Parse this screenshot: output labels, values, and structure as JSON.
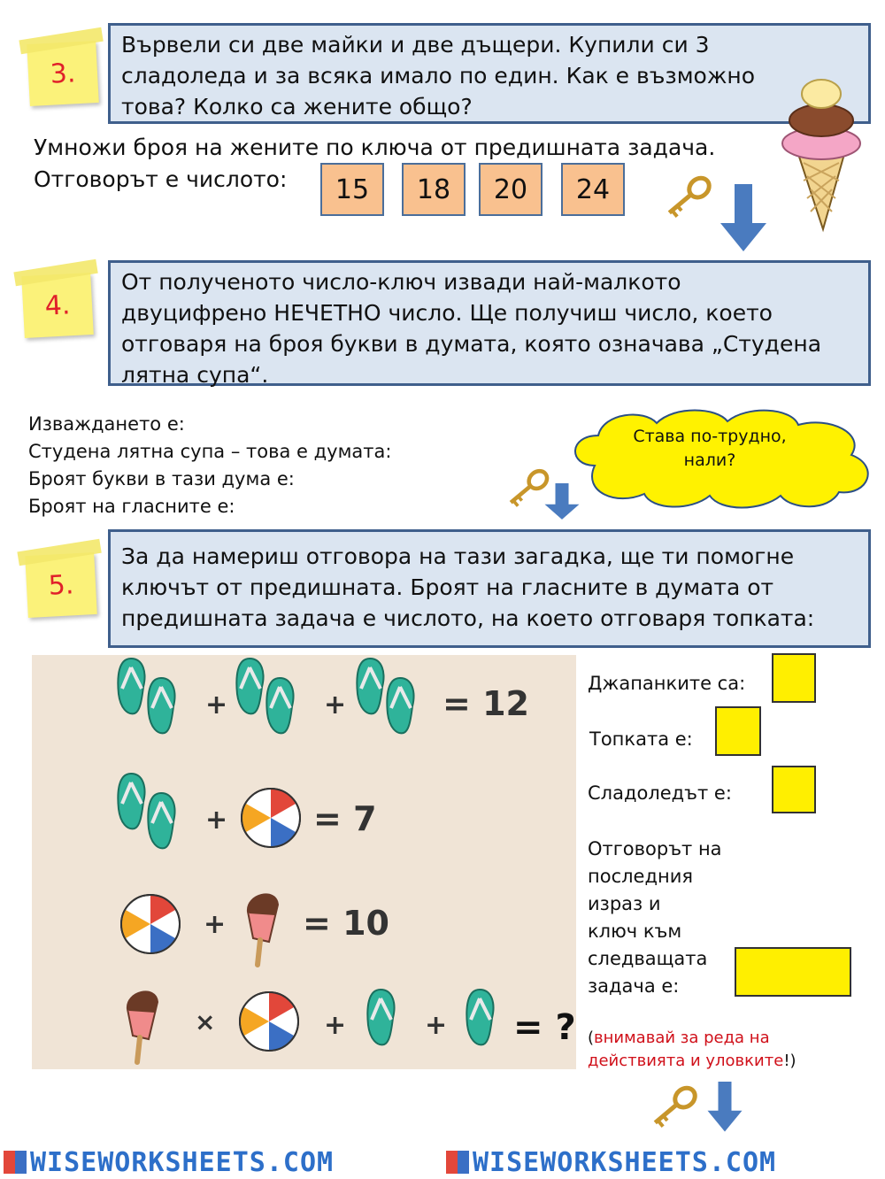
{
  "task3": {
    "number": "3.",
    "text_line1": "Вървели си две майки и две дъщери. Купили си 3",
    "text_line2": "сладоледа и за всяка имало по един. Как е възможно",
    "text_line3": "това? Колко са жените общо?",
    "instruction_line1": "Умножи броя на жените по ключа от предишната задача.",
    "instruction_line2": "Отговорът е числото:",
    "options": [
      "15",
      "18",
      "20",
      "24"
    ]
  },
  "task4": {
    "number": "4.",
    "text_line1": "От полученото число-ключ извади най-малкото",
    "text_line2": "двуцифрено НЕЧЕТНО число. Ще получиш число, което",
    "text_line3": "отговаря на броя букви в думата, която означава „Студена",
    "text_line4": "лятна супа“.",
    "q1": "Изваждането е:",
    "q2": "Студена лятна супа – това е думата:",
    "q3": "Броят букви в тази дума е:",
    "q4": "Броят на гласните е:",
    "cloud_line1": "Става по-трудно,",
    "cloud_line2": "нали?"
  },
  "task5": {
    "number": "5.",
    "text_line1": "За да намериш отговора на тази загадка, ще ти помогне",
    "text_line2": "ключът от предишната. Броят на гласните в думата от",
    "text_line3": "предишната задача е числото, на което отговаря топката:",
    "eq1_result": "= 12",
    "eq2_result": "= 7",
    "eq3_result": "= 10",
    "eq4_result": "= ?",
    "plus": "+",
    "times": "×",
    "flipflops_label": "Джапанките са:",
    "ball_label": "Топката е:",
    "icecream_label": "Сладоледът е:",
    "answer_line1": "Отговорът на",
    "answer_line2": "последния",
    "answer_line3": "израз и",
    "answer_line4": "ключ към",
    "answer_line5": "следващата",
    "answer_line6": "задача е:",
    "warn_open": "(",
    "warn_line1": "внимавай за реда на",
    "warn_line2": "действията и уловките",
    "warn_close": "!)"
  },
  "footer": {
    "brand": "WISEWORKSHEETS.COM"
  },
  "colors": {
    "box_bg": "#dbe5f1",
    "box_border": "#3f5f8c",
    "option_bg": "#f9c18f",
    "answer_box": "#ffef00",
    "note": "#fbf27a",
    "number_red": "#e0202a",
    "cloud": "#fff200",
    "flipflop": "#2fb39a",
    "arrow": "#4a7bbf"
  }
}
